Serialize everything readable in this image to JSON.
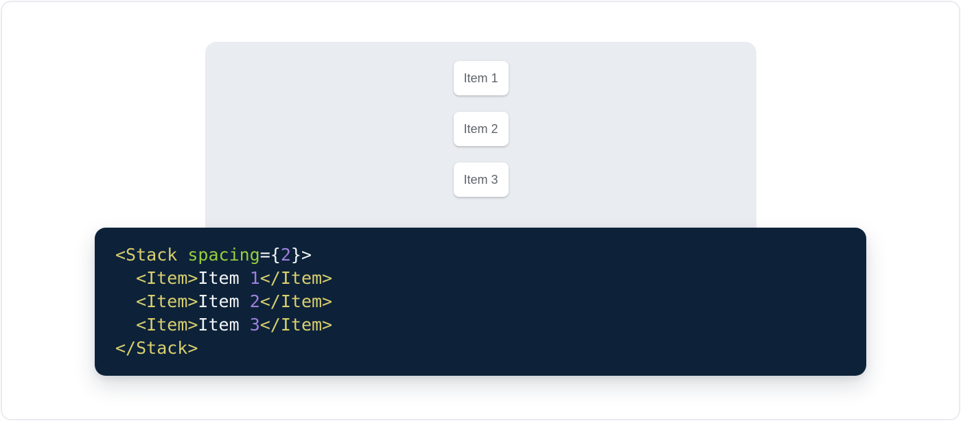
{
  "demo_panel": {
    "items": [
      "Item 1",
      "Item 2",
      "Item 3"
    ]
  },
  "code_block": {
    "lines": [
      {
        "tokens": [
          {
            "t": "<Stack ",
            "c": "tag"
          },
          {
            "t": "spacing",
            "c": "attr"
          },
          {
            "t": "={",
            "c": "punct"
          },
          {
            "t": "2",
            "c": "number"
          },
          {
            "t": "}",
            "c": "punct"
          },
          {
            "t": ">",
            "c": "punct"
          }
        ]
      },
      {
        "tokens": [
          {
            "t": "  ",
            "c": "plain"
          },
          {
            "t": "<Item>",
            "c": "tag"
          },
          {
            "t": "Item ",
            "c": "plain"
          },
          {
            "t": "1",
            "c": "number"
          },
          {
            "t": "</Item>",
            "c": "tag"
          }
        ]
      },
      {
        "tokens": [
          {
            "t": "  ",
            "c": "plain"
          },
          {
            "t": "<Item>",
            "c": "tag"
          },
          {
            "t": "Item ",
            "c": "plain"
          },
          {
            "t": "2",
            "c": "number"
          },
          {
            "t": "</Item>",
            "c": "tag"
          }
        ]
      },
      {
        "tokens": [
          {
            "t": "  ",
            "c": "plain"
          },
          {
            "t": "<Item>",
            "c": "tag"
          },
          {
            "t": "Item ",
            "c": "plain"
          },
          {
            "t": "3",
            "c": "number"
          },
          {
            "t": "</Item>",
            "c": "tag"
          }
        ]
      },
      {
        "tokens": [
          {
            "t": "</Stack>",
            "c": "tag"
          }
        ]
      }
    ]
  },
  "colors": {
    "code_background": "#0d2239",
    "panel_background": "#e9edf1",
    "item_text": "#5f6368",
    "token_tag": "#d9cf6e",
    "token_attr": "#97cd3c",
    "token_number": "#9e80de",
    "token_punct": "#f3f5f7",
    "token_plain": "#f3f5f7"
  }
}
